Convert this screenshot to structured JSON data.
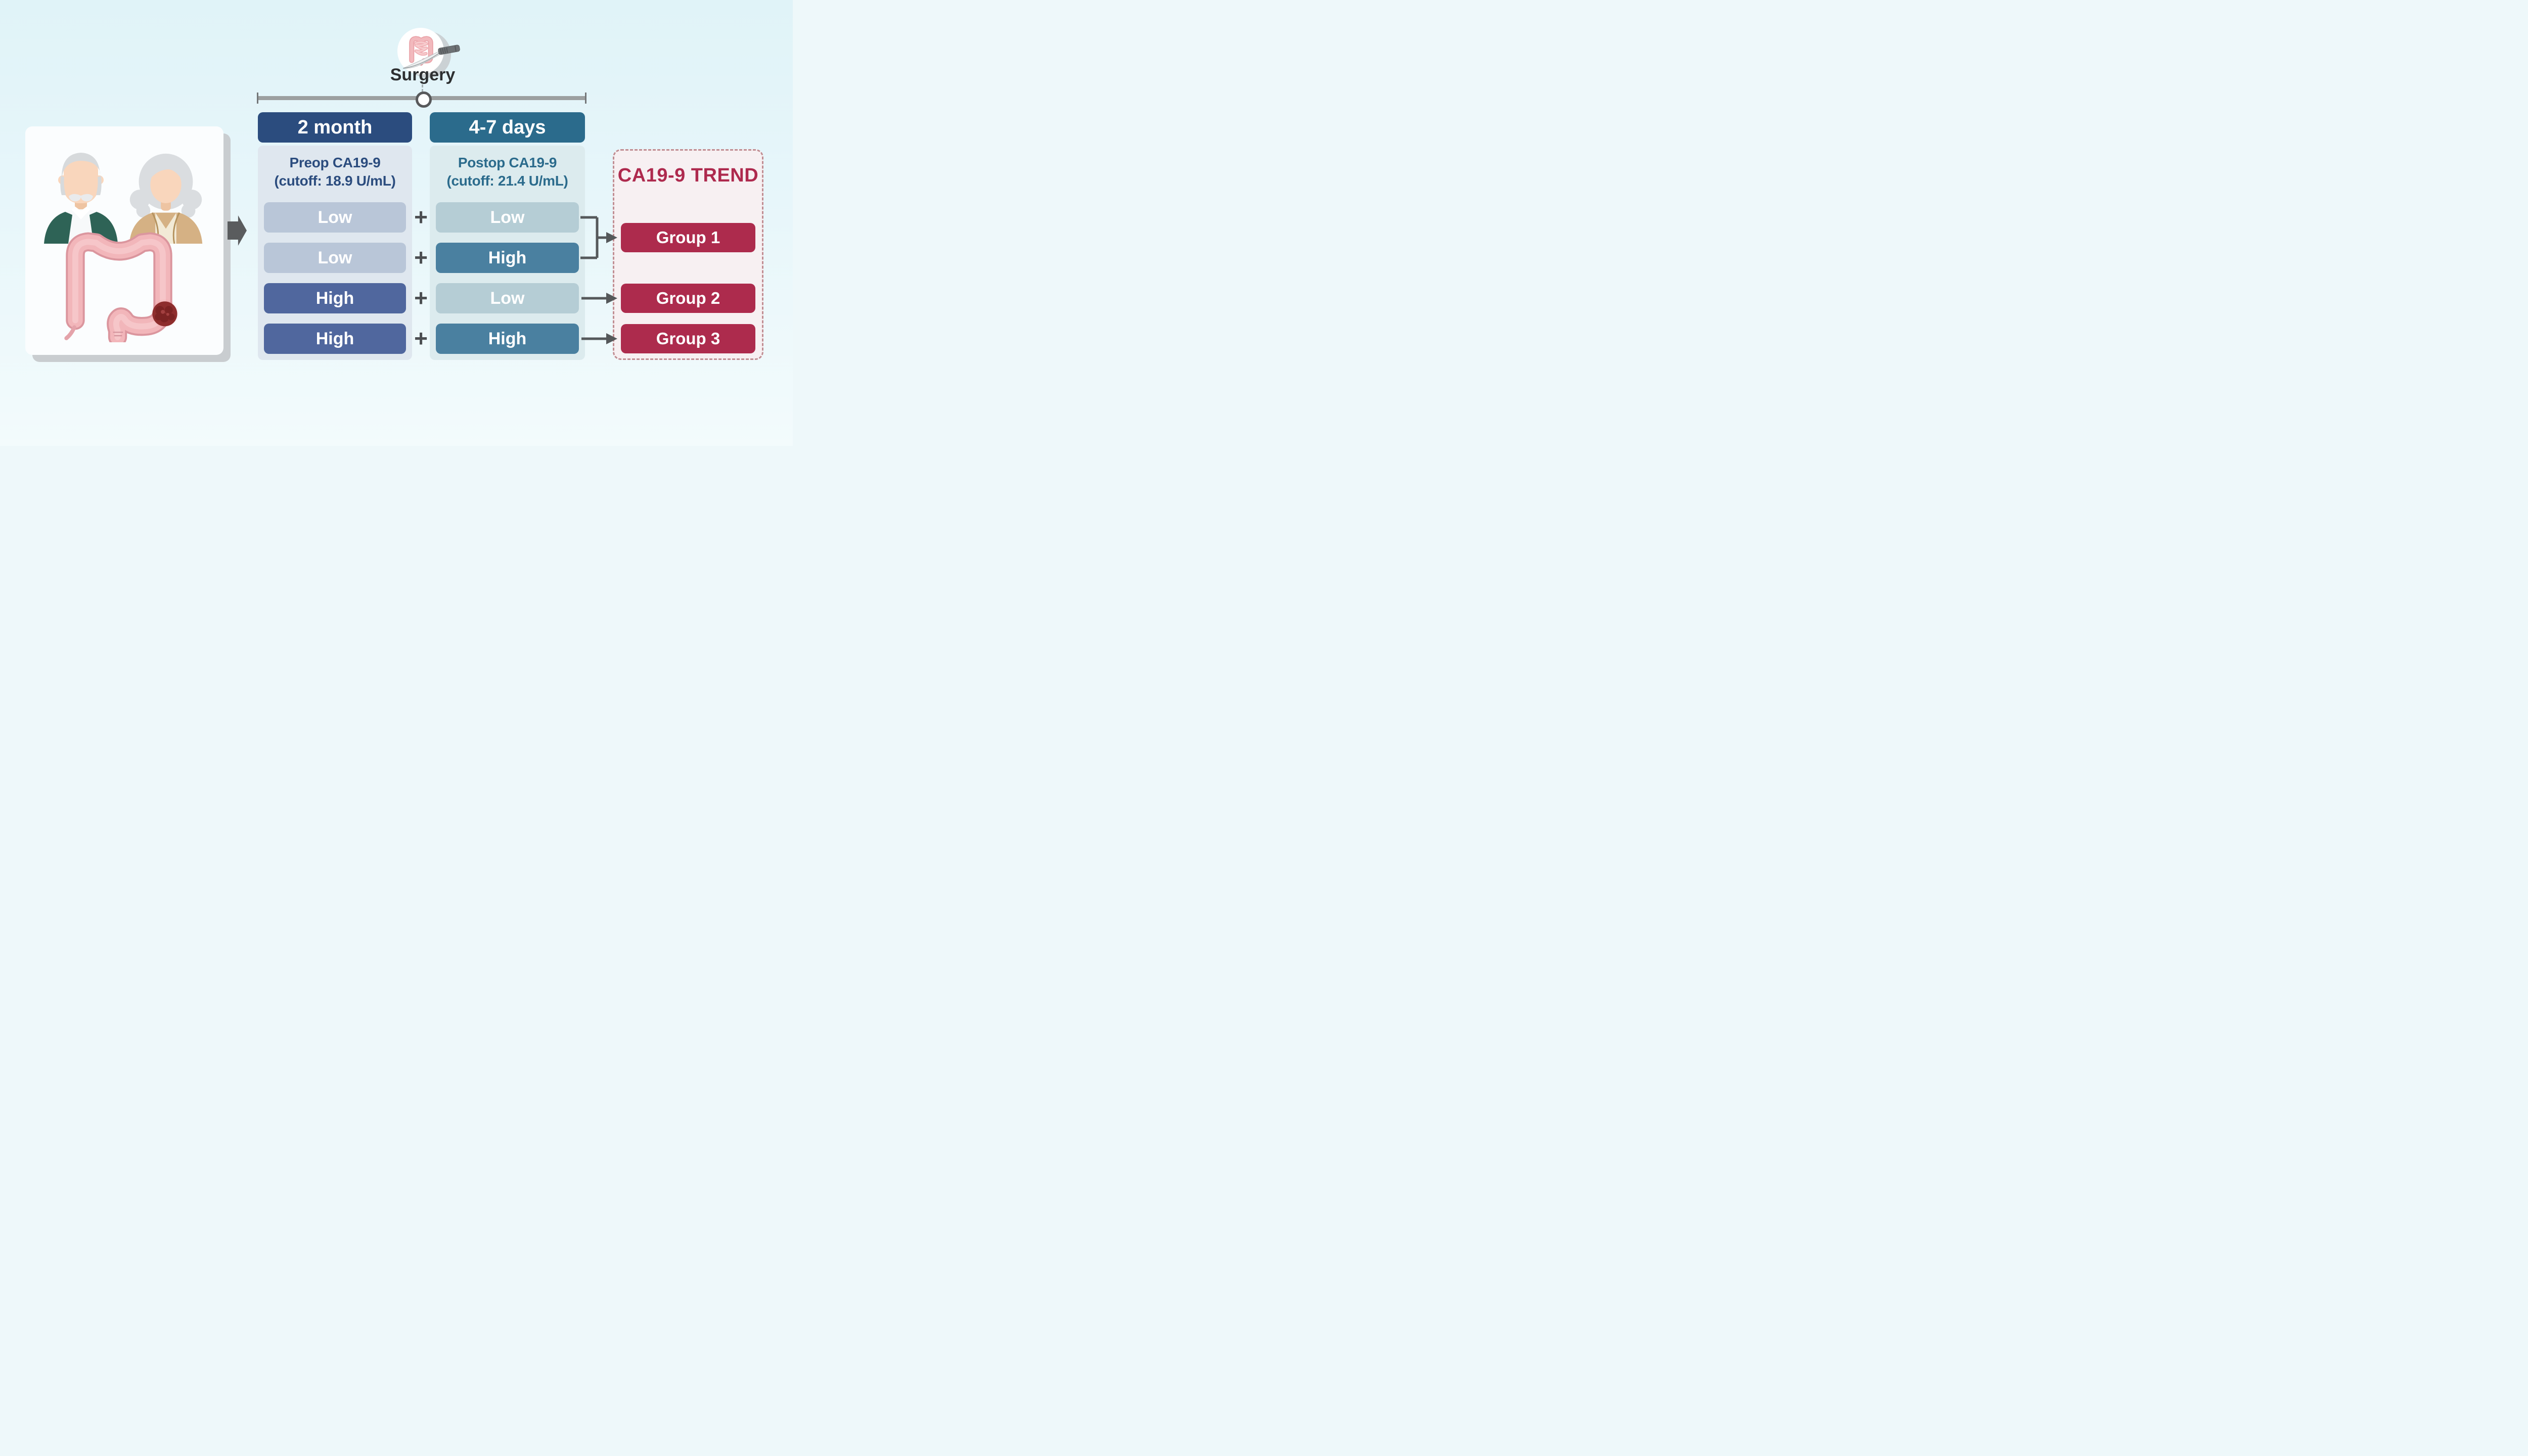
{
  "surgery": {
    "label": "Surgery",
    "icon": "intestine-scalpel-icon"
  },
  "patients_card": {
    "icons": [
      "elderly-man",
      "elderly-woman",
      "colon-with-tumor"
    ]
  },
  "columns": [
    {
      "header": "2 month",
      "title_line1": "Preop CA19-9",
      "title_line2": "(cutoff: 18.9 U/mL)",
      "rows": [
        "Low",
        "Low",
        "High",
        "High"
      ]
    },
    {
      "header": "4-7 days",
      "title_line1": "Postop CA19-9",
      "title_line2": "(cutoff: 21.4 U/mL)",
      "rows": [
        "Low",
        "High",
        "Low",
        "High"
      ]
    }
  ],
  "operators": {
    "plus": "+"
  },
  "trend": {
    "title": "CA19-9 TREND",
    "groups": [
      "Group 1",
      "Group 2",
      "Group 3"
    ]
  },
  "connections": [
    {
      "from_postop_rows": [
        1,
        2
      ],
      "to": "Group 1"
    },
    {
      "from_postop_rows": [
        3
      ],
      "to": "Group 2"
    },
    {
      "from_postop_rows": [
        4
      ],
      "to": "Group 3"
    }
  ],
  "colors": {
    "background_top": "#e0f3f8",
    "background_bottom": "#f3fbfc",
    "preop_header": "#2b4c7e",
    "preop_panel": "#dfe7ef",
    "preop_low": "#b9c6d8",
    "preop_high": "#50679e",
    "postop_header": "#2b6b8c",
    "postop_panel": "#dcebee",
    "postop_low": "#b5cdd5",
    "postop_high": "#4a80a0",
    "trend_background": "#f7f0f2",
    "trend_border": "#c08d92",
    "trend_accent": "#ae2a4e",
    "group_button": "#ad2b4d",
    "connector_gray": "#55585a",
    "timeline_gray": "#9c9fa0"
  }
}
